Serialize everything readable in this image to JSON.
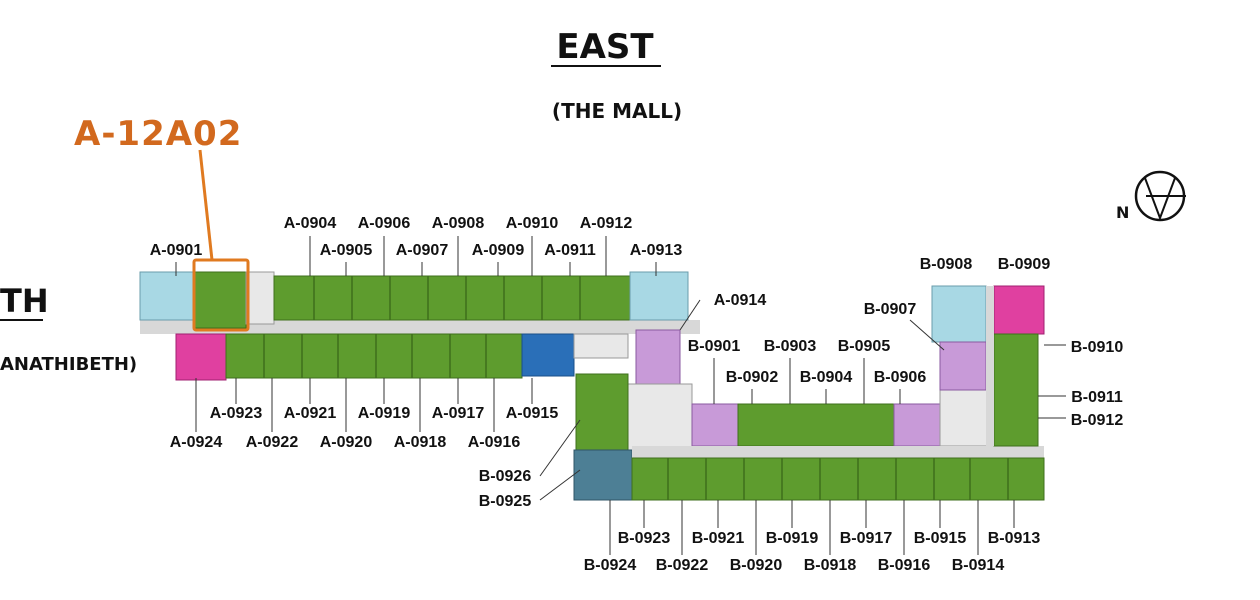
{
  "compass": {
    "east_title": "EAST",
    "east_subtitle": "(THE MALL)",
    "north_letter": "N",
    "west_title_fragment": "TH",
    "west_subtitle_fragment": "ANATHIBETH)"
  },
  "highlight": {
    "label": "A-12A02",
    "color": "#d2691e"
  },
  "colors": {
    "green": "#5e9c2e",
    "green_dark": "#3f6f1c",
    "blue_light": "#a8d8e4",
    "pink": "#e040a0",
    "violet": "#c89ad8",
    "blue": "#2a6fb8",
    "steel": "#4d7f95",
    "corridor": "#d8d8d8",
    "core": "#e8e8e8"
  },
  "units_a_top_row1": [
    "A-0904",
    "A-0906",
    "A-0908",
    "A-0910",
    "A-0912"
  ],
  "units_a_top_row2": [
    "A-0901",
    "A-0905",
    "A-0907",
    "A-0909",
    "A-0911",
    "A-0913"
  ],
  "units_a_bottom_row1": [
    "A-0923",
    "A-0921",
    "A-0919",
    "A-0917",
    "A-0915"
  ],
  "units_a_bottom_row2": [
    "A-0924",
    "A-0922",
    "A-0920",
    "A-0918",
    "A-0916"
  ],
  "unit_a_0914": "A-0914",
  "units_b_mid_row1": [
    "B-0901",
    "B-0903",
    "B-0905"
  ],
  "units_b_mid_row2": [
    "B-0902",
    "B-0904",
    "B-0906"
  ],
  "units_b_right": [
    "B-0908",
    "B-0909",
    "B-0907",
    "B-0910",
    "B-0911",
    "B-0912"
  ],
  "units_b_left": [
    "B-0926",
    "B-0925"
  ],
  "units_b_bottom_row1": [
    "B-0923",
    "B-0921",
    "B-0919",
    "B-0917",
    "B-0915",
    "B-0913"
  ],
  "units_b_bottom_row2": [
    "B-0924",
    "B-0922",
    "B-0920",
    "B-0918",
    "B-0916",
    "B-0914"
  ]
}
